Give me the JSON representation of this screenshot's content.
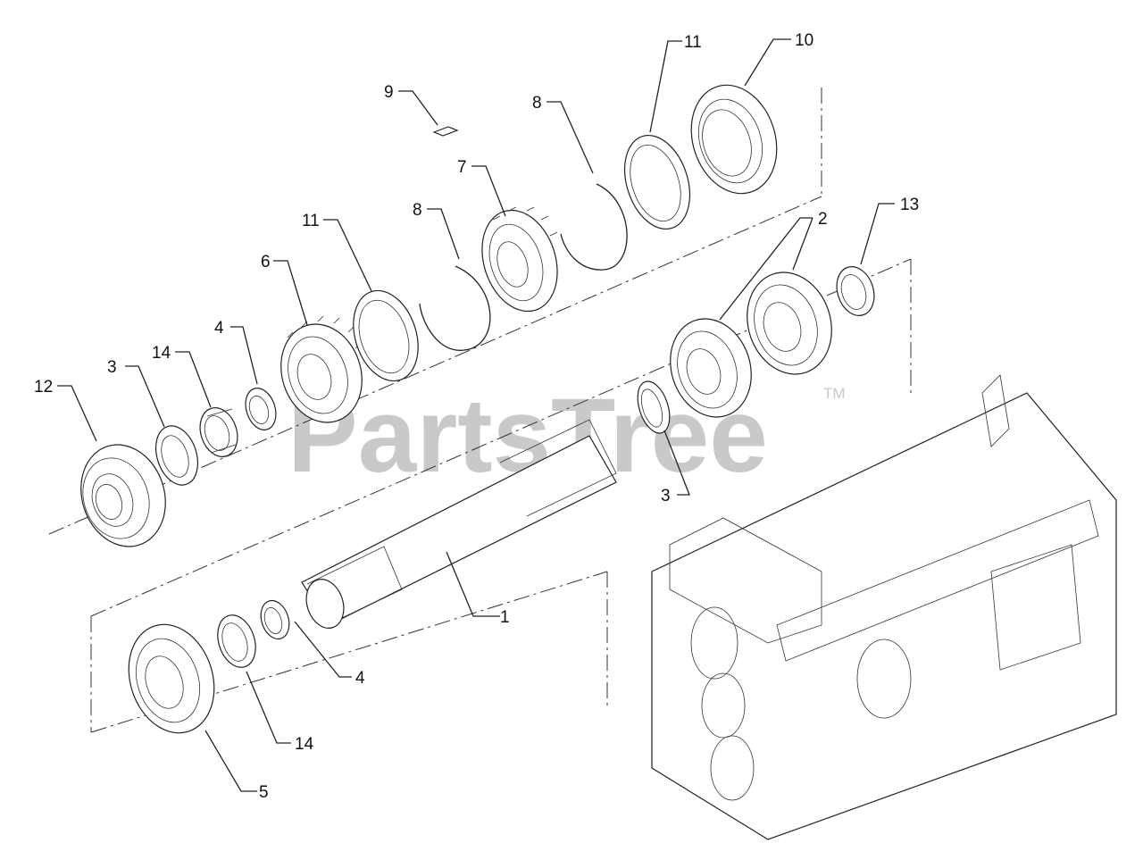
{
  "watermark": {
    "text": "PartsTree",
    "trademark": "TM"
  },
  "callouts": [
    {
      "id": "c1",
      "label": "1",
      "part": "shaft"
    },
    {
      "id": "c2",
      "label": "2",
      "part": "bearing"
    },
    {
      "id": "c3a",
      "label": "3",
      "part": "washer-left"
    },
    {
      "id": "c3b",
      "label": "3",
      "part": "washer-right"
    },
    {
      "id": "c4a",
      "label": "4",
      "part": "needle-bearing-upper"
    },
    {
      "id": "c4b",
      "label": "4",
      "part": "needle-bearing-lower"
    },
    {
      "id": "c5",
      "label": "5",
      "part": "gear-lower"
    },
    {
      "id": "c6",
      "label": "6",
      "part": "gear-upper"
    },
    {
      "id": "c7",
      "label": "7",
      "part": "gear-spur"
    },
    {
      "id": "c8a",
      "label": "8",
      "part": "snap-ring-left"
    },
    {
      "id": "c8b",
      "label": "8",
      "part": "snap-ring-right"
    },
    {
      "id": "c9",
      "label": "9",
      "part": "key"
    },
    {
      "id": "c10",
      "label": "10",
      "part": "collar"
    },
    {
      "id": "c11a",
      "label": "11",
      "part": "synchro-ring-left"
    },
    {
      "id": "c11b",
      "label": "11",
      "part": "synchro-ring-right"
    },
    {
      "id": "c12",
      "label": "12",
      "part": "bearing-end"
    },
    {
      "id": "c13",
      "label": "13",
      "part": "seal"
    },
    {
      "id": "c14a",
      "label": "14",
      "part": "cage-upper"
    },
    {
      "id": "c14b",
      "label": "14",
      "part": "cage-lower"
    }
  ]
}
